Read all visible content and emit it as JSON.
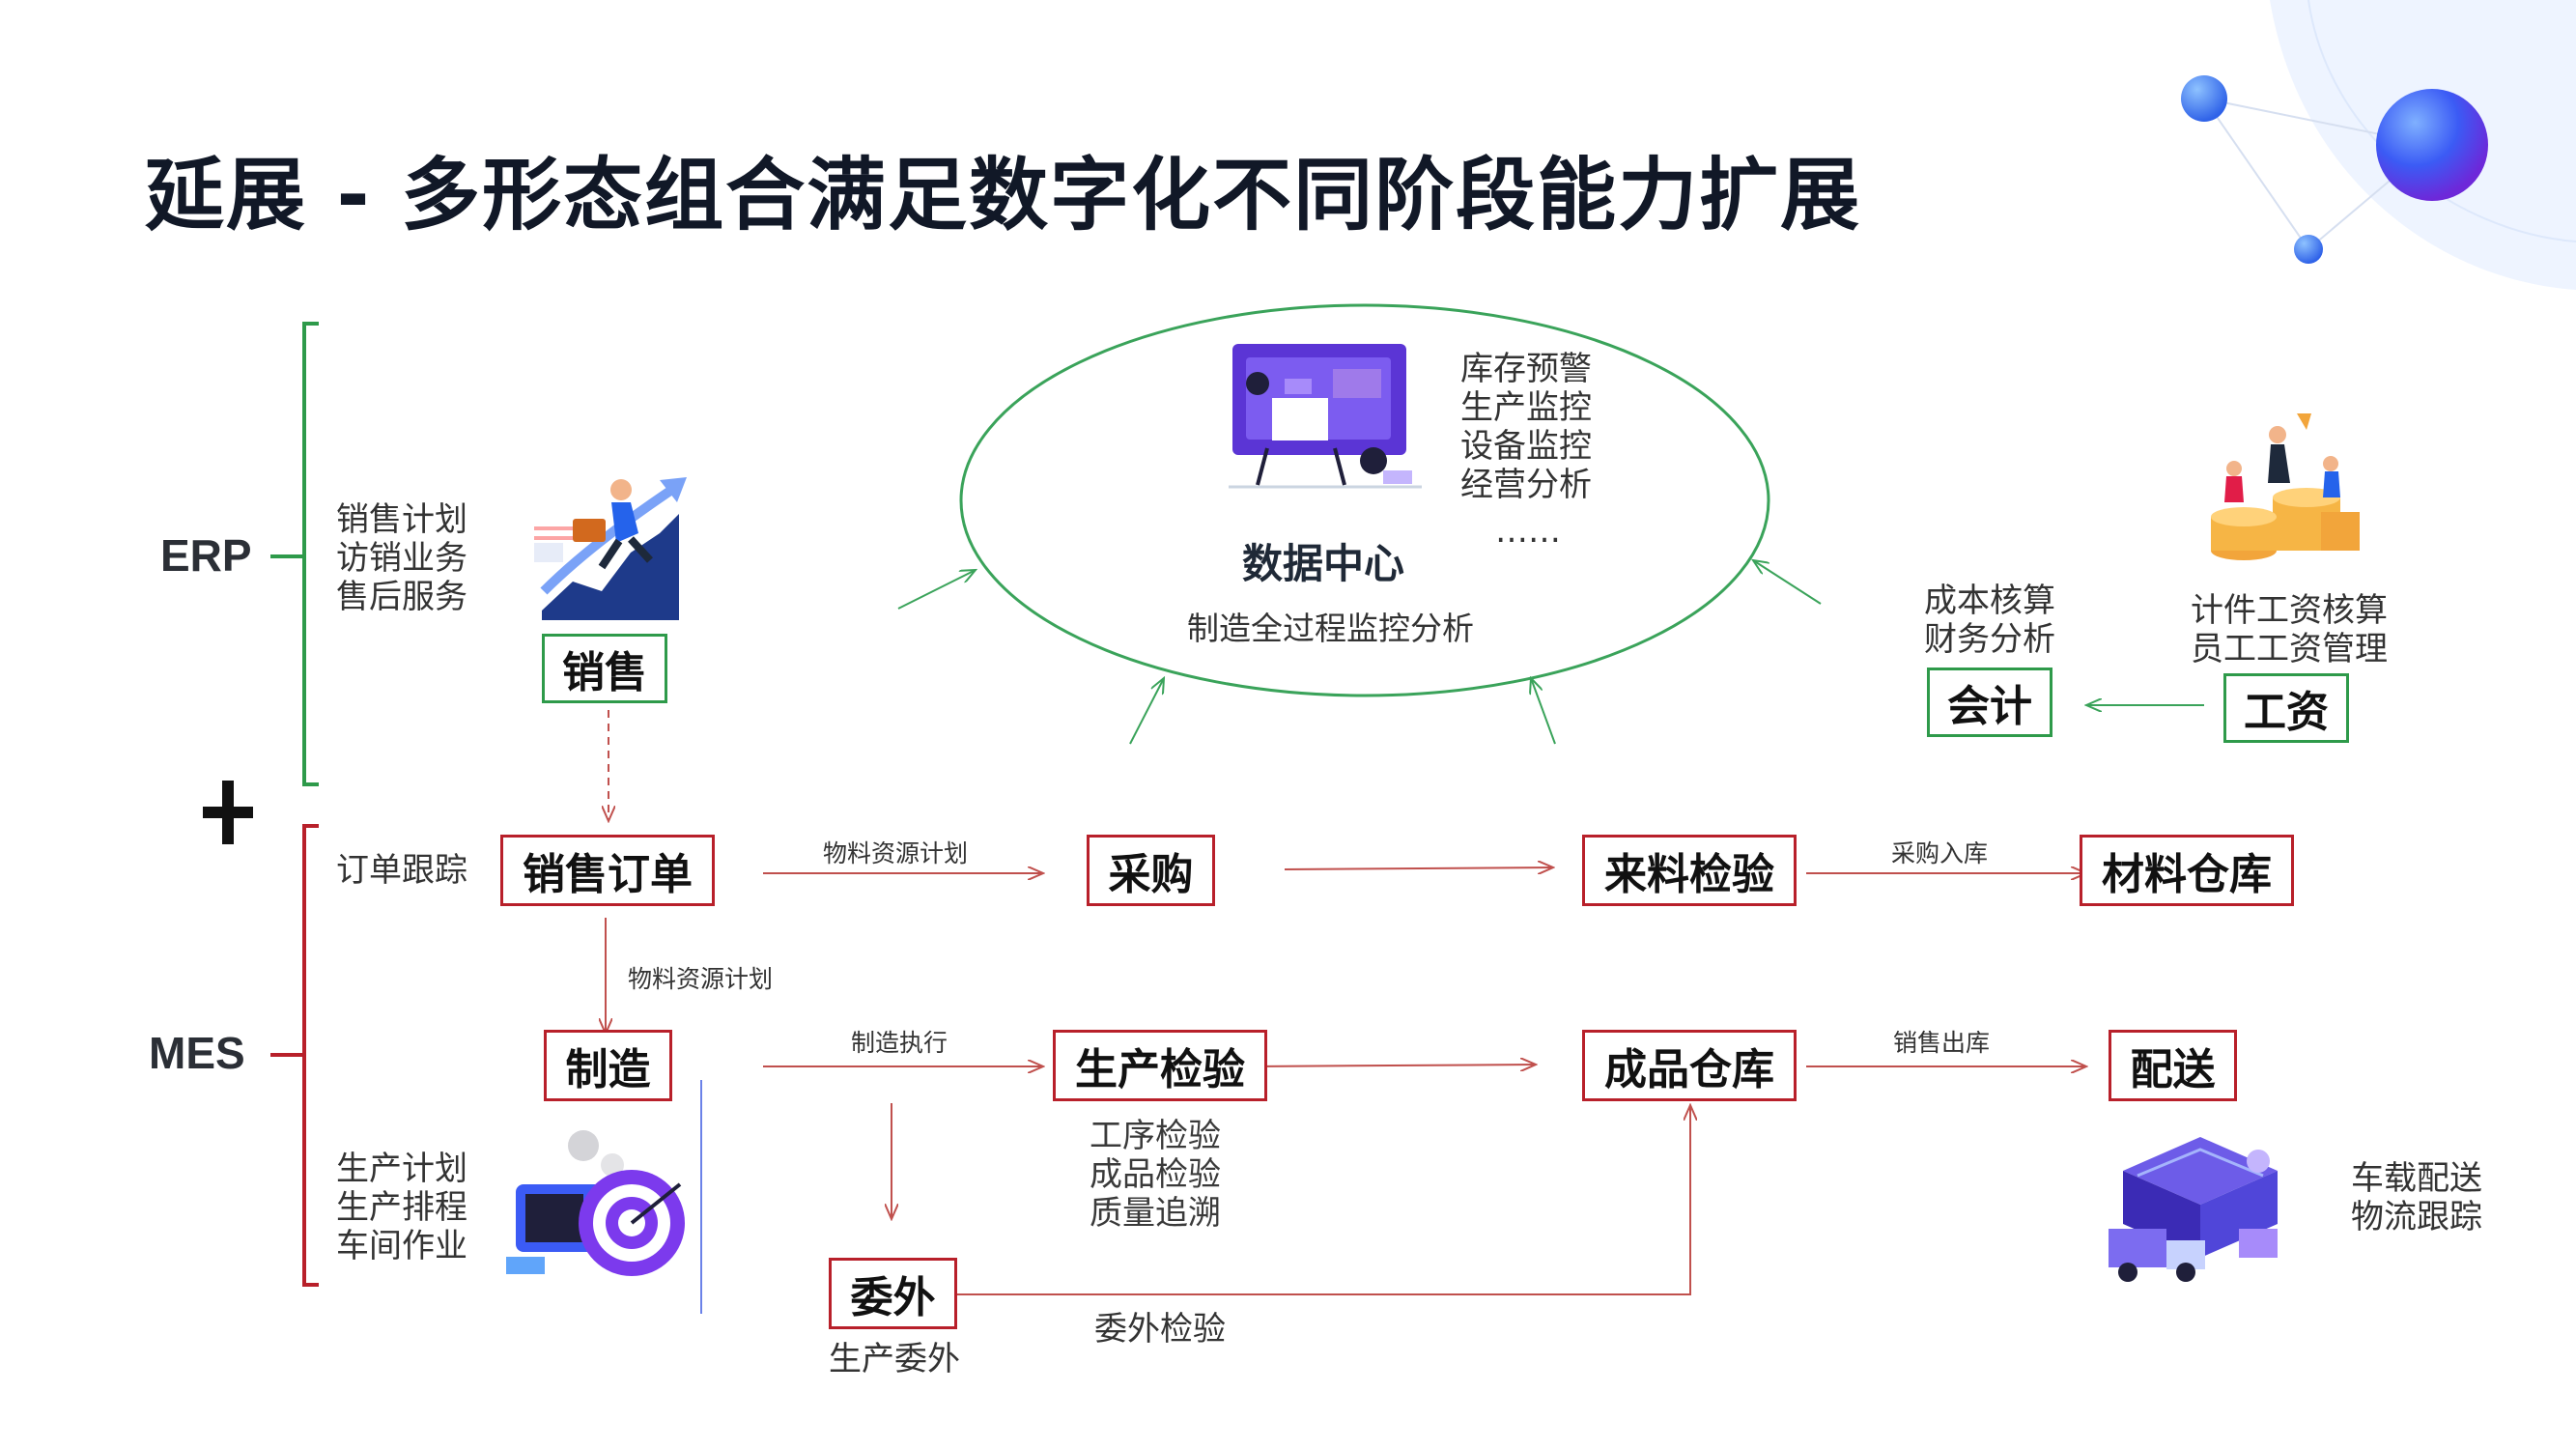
{
  "title": "延展 - 多形态组合满足数字化不同阶段能力扩展",
  "systems": {
    "erp": "ERP",
    "plus": "+",
    "mes": "MES"
  },
  "erp": {
    "sales_desc": "销售计划\n访销业务\n售后服务",
    "sales_box": "销售",
    "data_center": {
      "title": "数据中心",
      "subtitle": "制造全过程监控分析",
      "items": "库存预警\n生产监控\n设备监控\n经营分析",
      "more": "……"
    },
    "accounting_desc": "成本核算\n财务分析",
    "accounting_box": "会计",
    "wage_desc": "计件工资核算\n员工工资管理",
    "wage_box": "工资"
  },
  "mes": {
    "order_tracking": "订单跟踪",
    "sales_order_box": "销售订单",
    "edge_mrp_1": "物料资源计划",
    "purchase_box": "采购",
    "incoming_inspection_box": "来料检验",
    "edge_purchase_in": "采购入库",
    "material_warehouse_box": "材料仓库",
    "edge_mrp_2": "物料资源计划",
    "manufacturing_box": "制造",
    "edge_manufacturing_exec": "制造执行",
    "production_inspection_box": "生产检验",
    "production_inspection_desc": "工序检验\n成品检验\n质量追溯",
    "finished_warehouse_box": "成品仓库",
    "edge_sales_out": "销售出库",
    "delivery_box": "配送",
    "delivery_desc": "车载配送\n物流跟踪",
    "production_desc": "生产计划\n生产排程\n车间作业",
    "outsourcing_box": "委外",
    "outsourcing_desc": "生产委外",
    "edge_outsourcing_inspection": "委外检验"
  },
  "colors": {
    "erp_green": "#2e9a4a",
    "mes_red": "#b8202a",
    "accent_blue": "#3b5bf5",
    "accent_purple": "#6d28d9"
  }
}
